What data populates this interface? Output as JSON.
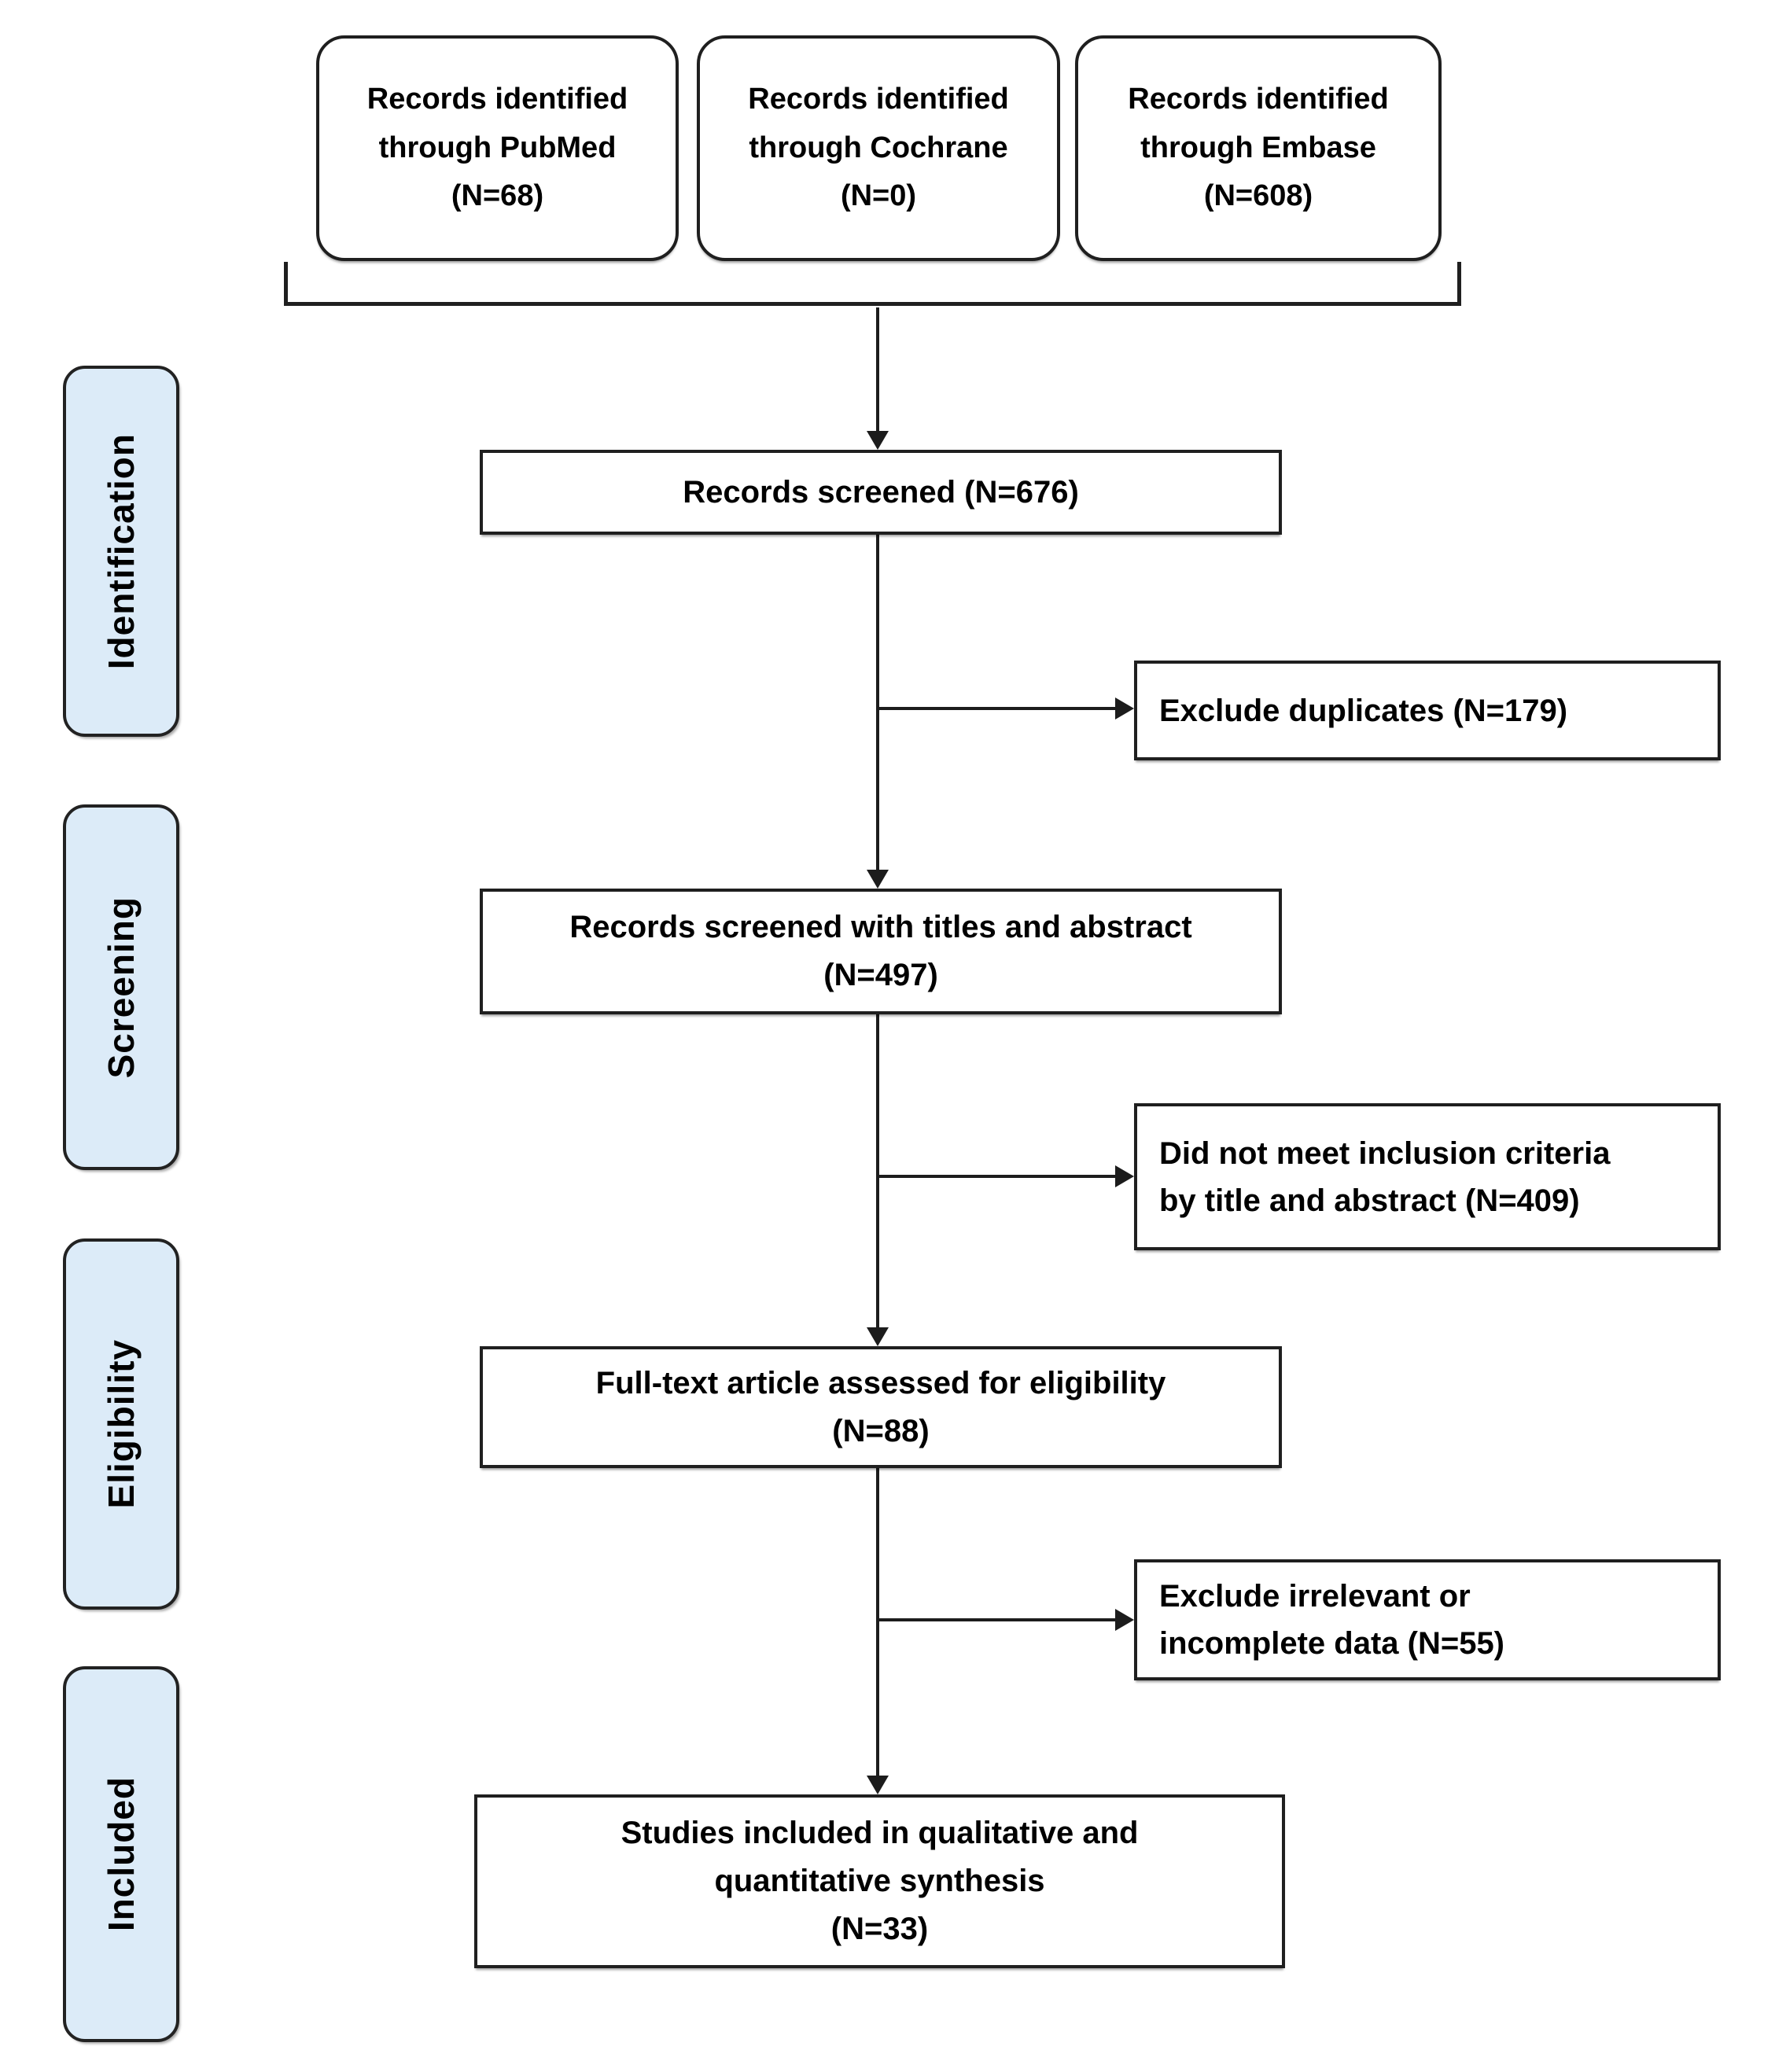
{
  "stages": [
    {
      "label": "Identification"
    },
    {
      "label": "Screening"
    },
    {
      "label": "Eligibility"
    },
    {
      "label": "Included"
    }
  ],
  "sources": [
    {
      "database": "PubMed",
      "n": 68,
      "lines": [
        "Records identified",
        "through PubMed",
        "(N=68)"
      ]
    },
    {
      "database": "Cochrane",
      "n": 0,
      "lines": [
        "Records identified",
        "through Cochrane",
        "(N=0)"
      ]
    },
    {
      "database": "Embase",
      "n": 608,
      "lines": [
        "Records identified",
        "through Embase",
        "(N=608)"
      ]
    }
  ],
  "flow": [
    {
      "n": 676,
      "lines": [
        "Records screened (N=676)"
      ]
    },
    {
      "n": 497,
      "lines": [
        "Records screened with titles and abstract",
        "(N=497)"
      ]
    },
    {
      "n": 88,
      "lines": [
        "Full-text article assessed for eligibility",
        "(N=88)"
      ]
    },
    {
      "n": 33,
      "lines": [
        "Studies included in qualitative and",
        "quantitative synthesis",
        "(N=33)"
      ]
    }
  ],
  "exclusions": [
    {
      "n": 179,
      "lines": [
        "Exclude duplicates (N=179)"
      ]
    },
    {
      "n": 409,
      "lines": [
        "Did not meet inclusion criteria",
        "by title and abstract (N=409)"
      ]
    },
    {
      "n": 55,
      "lines": [
        "Exclude irrelevant or",
        "incomplete data (N=55)"
      ]
    }
  ],
  "colors": {
    "stage_fill": "#dcebf8",
    "box_fill": "#ffffff",
    "border": "#1f1f1f",
    "line": "#1c1c1c",
    "text": "#000000"
  }
}
